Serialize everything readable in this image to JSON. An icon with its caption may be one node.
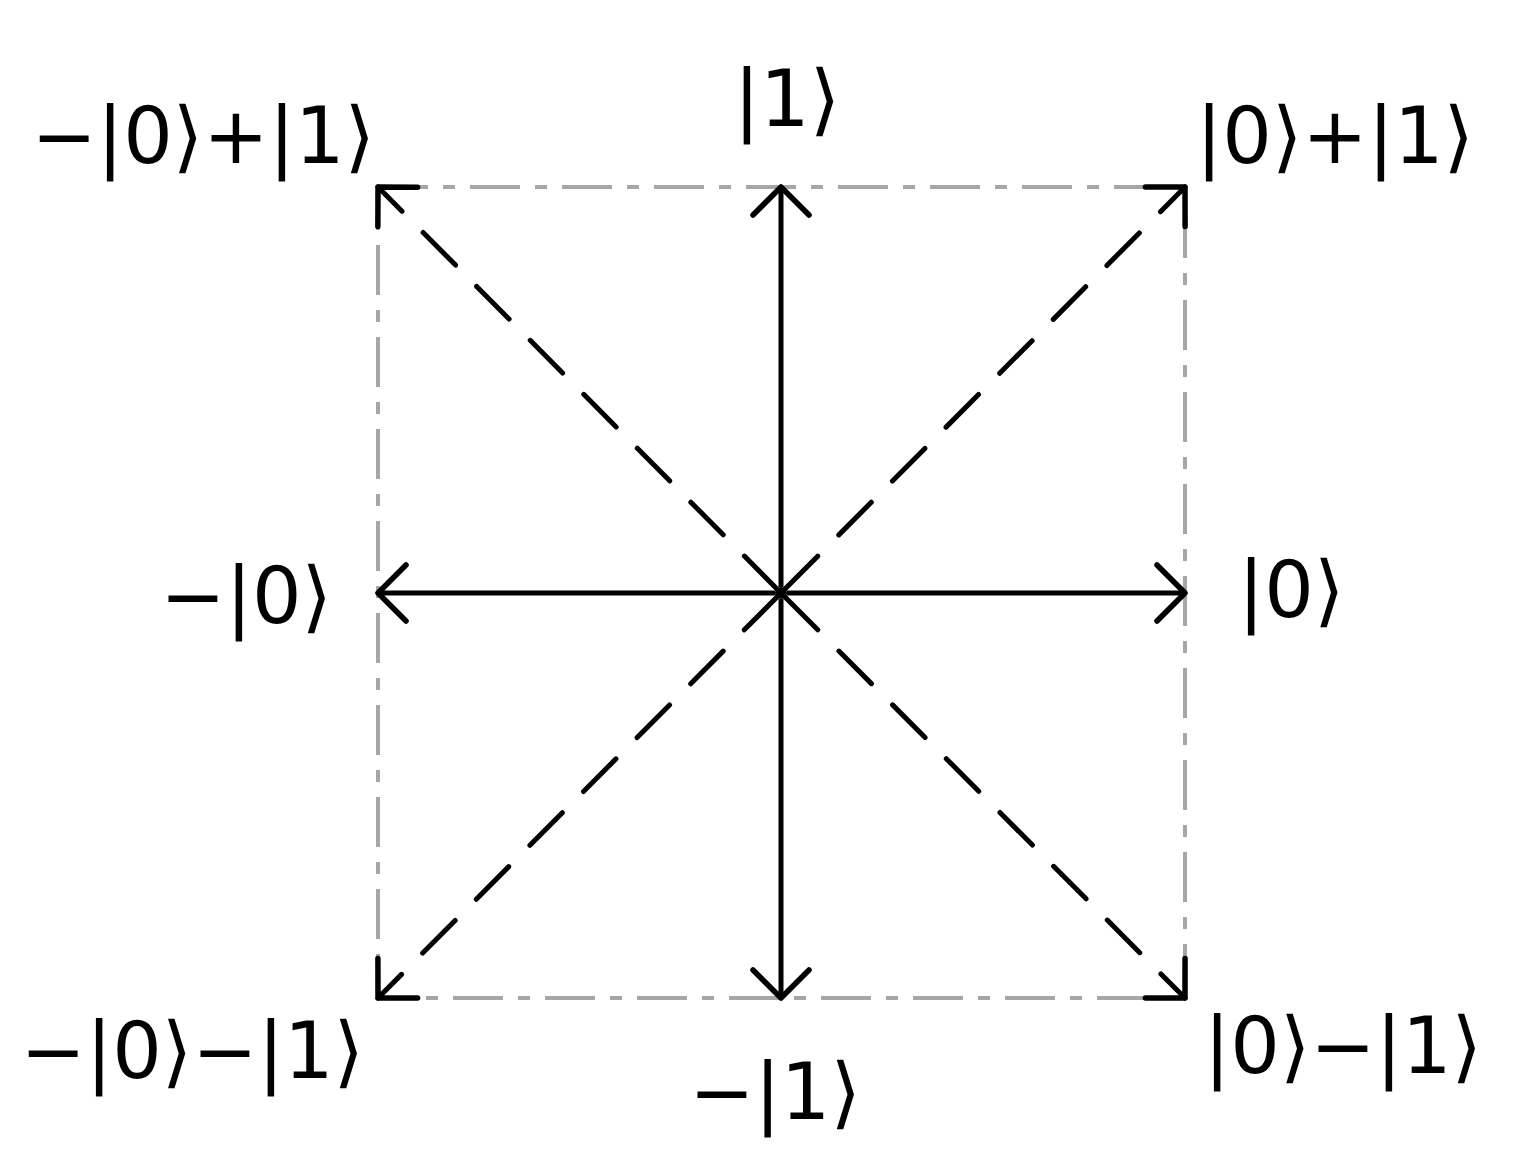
{
  "diagram": {
    "nodes": [
      {
        "text": [
          "|1⟩"
        ]
      },
      {
        "text": [
          "−|0⟩+|1⟩"
        ]
      },
      {
        "text": [
          "|0⟩+|1⟩"
        ]
      },
      {
        "text": [
          "−|0⟩"
        ]
      },
      {
        "text": [],
        "shape": "circle"
      },
      {
        "text": [
          "|0⟩"
        ]
      },
      {
        "text": [
          "−|0⟩−|1⟩"
        ]
      },
      {
        "text": [
          "|0⟩−|1⟩"
        ]
      },
      {
        "text": [
          "−|1⟩"
        ]
      }
    ],
    "edges": [
      {
        "from": 4,
        "to": 0,
        "arrow": "to"
      },
      {
        "from": 4,
        "to": 1,
        "arrow": "to",
        "style": "dashed"
      },
      {
        "from": 4,
        "to": 2,
        "arrow": "to",
        "style": "dashed"
      },
      {
        "from": 4,
        "to": 3,
        "arrow": "to"
      },
      {
        "from": 4,
        "to": 5,
        "arrow": "to"
      },
      {
        "from": 4,
        "to": 6,
        "arrow": "to",
        "style": "dashed"
      },
      {
        "from": 4,
        "to": 7,
        "arrow": "to",
        "style": "dashed"
      },
      {
        "from": 4,
        "to": 8,
        "arrow": "to"
      }
    ]
  }
}
